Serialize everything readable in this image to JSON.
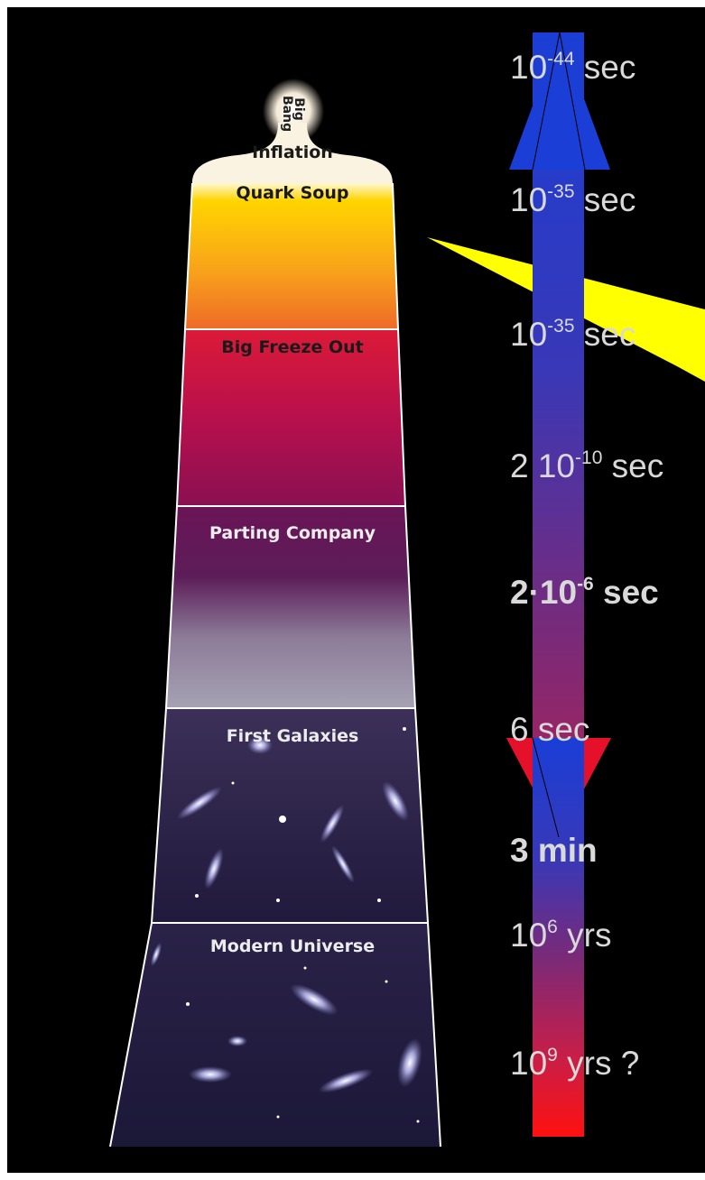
{
  "top_event": "Big Bang",
  "eras": [
    {
      "label": "Inflation",
      "tone": "dark"
    },
    {
      "label": "Quark Soup",
      "tone": "dark"
    },
    {
      "label": "Big Freeze Out",
      "tone": "dark"
    },
    {
      "label": "Parting Company",
      "tone": "light"
    },
    {
      "label": "First Galaxies",
      "tone": "light"
    },
    {
      "label": "Modern Universe",
      "tone": "light"
    }
  ],
  "timeline": [
    {
      "base": "10",
      "exp": "-44",
      "unit": " sec",
      "bold": false
    },
    {
      "base": "10",
      "exp": "-35",
      "unit": " sec",
      "bold": false
    },
    {
      "base": "10",
      "exp": "-35",
      "unit": " sec",
      "bold": false
    },
    {
      "base": "2 10",
      "exp": "-10",
      "unit": " sec",
      "bold": false
    },
    {
      "base": "2·10",
      "exp": "-6",
      "unit": " sec",
      "bold": true
    },
    {
      "base": "6 sec",
      "exp": "",
      "unit": "",
      "bold": false
    },
    {
      "base": "3 min",
      "exp": "",
      "unit": "",
      "bold": true
    },
    {
      "base": "10",
      "exp": "6",
      "unit": " yrs",
      "bold": false
    },
    {
      "base": "10",
      "exp": "9",
      "unit": " yrs ?",
      "bold": false
    }
  ],
  "colors": {
    "background": "#000000",
    "tick_text": "#d9d9d9",
    "time_arrow_top": "#1a3ed6",
    "time_arrow_middle": "#7a2a78",
    "time_arrow_bottom": "#ff1010",
    "pointer": "#ffff00",
    "quark_soup": "#f5a020",
    "big_freeze_out": "#c0104a",
    "parting_company": "#5a1a55",
    "galaxies_space": "#2a1f4a"
  }
}
